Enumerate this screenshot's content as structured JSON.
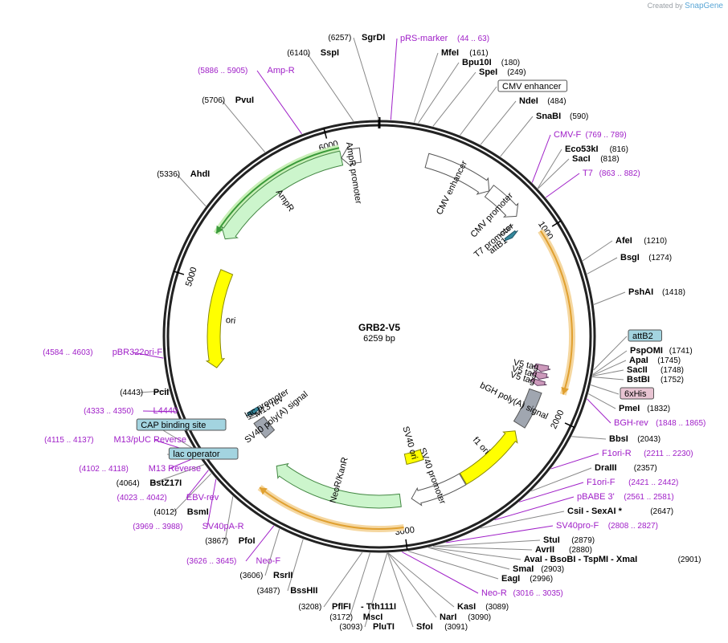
{
  "credit": {
    "prefix": "Created by",
    "brand": "SnapGene"
  },
  "plasmid": {
    "name": "GRB2-V5",
    "size_label": "6259 bp",
    "length": 6259
  },
  "ticks": [
    "1000",
    "2000",
    "3000",
    "5000",
    "6000"
  ],
  "features": [
    {
      "name": "AmpR",
      "type": "arrow",
      "start": 5256,
      "end": 6050,
      "dir": -1,
      "color": "#ccf5cc",
      "stroke": "#448844",
      "lane": 1
    },
    {
      "name": "AmpR promoter",
      "type": "arrow",
      "start": 6051,
      "end": 6155,
      "dir": -1,
      "color": "#ffffff",
      "stroke": "#555555",
      "lane": 1
    },
    {
      "name": "CMV enhancer",
      "type": "arrow",
      "start": 264,
      "end": 644,
      "dir": 1,
      "color": "#ffffff",
      "stroke": "#555555",
      "lane": 1
    },
    {
      "name": "CMV promoter",
      "type": "arrow",
      "start": 645,
      "end": 848,
      "dir": 1,
      "color": "#ffffff",
      "stroke": "#555555",
      "lane": 1
    },
    {
      "name": "T7 promoter",
      "type": "arrow",
      "start": 863,
      "end": 881,
      "dir": 1,
      "color": "#ffffff",
      "stroke": "#555555",
      "lane": 2
    },
    {
      "name": "attB1",
      "type": "arrow",
      "start": 905,
      "end": 929,
      "dir": 1,
      "color": "#33879c",
      "stroke": "#225566",
      "lane": 2
    },
    {
      "name": "ori",
      "type": "arrow",
      "start": 4504,
      "end": 5092,
      "dir": -1,
      "color": "#ffff00",
      "stroke": "#888800",
      "lane": 2
    },
    {
      "name": "V5 tag",
      "type": "arrow",
      "start": 1738,
      "end": 1779,
      "dir": 1,
      "color": "#cc99bb",
      "stroke": "#664466",
      "lane": 2
    },
    {
      "name": "V5 tag",
      "type": "arrow",
      "start": 1785,
      "end": 1826,
      "dir": 1,
      "color": "#cc99bb",
      "stroke": "#664466",
      "lane": 2
    },
    {
      "name": "V5 tag",
      "type": "arrow",
      "start": 1832,
      "end": 1866,
      "dir": 1,
      "color": "#cc99bb",
      "stroke": "#664466",
      "lane": 2
    },
    {
      "name": "bGH poly(A) signal",
      "type": "box",
      "start": 1900,
      "end": 2125,
      "color": "#a0a6b0",
      "stroke": "#555555",
      "lane": 2
    },
    {
      "name": "f1 ori",
      "type": "arrow",
      "start": 2171,
      "end": 2599,
      "dir": -1,
      "color": "#ffff00",
      "stroke": "#888800",
      "lane": 2
    },
    {
      "name": "SV40 promoter",
      "type": "arrow",
      "start": 2604,
      "end": 2934,
      "dir": 1,
      "color": "#ffffff",
      "stroke": "#555555",
      "lane": 2
    },
    {
      "name": "SV40 ori",
      "type": "box",
      "start": 2785,
      "end": 2920,
      "color": "#ffff00",
      "stroke": "#888800",
      "lane": 4
    },
    {
      "name": "NeoR/KanR",
      "type": "arrow",
      "start": 3002,
      "end": 3796,
      "dir": 1,
      "color": "#ccf5cc",
      "stroke": "#448844",
      "lane": 2
    },
    {
      "name": "SV40 poly(A) signal",
      "type": "box",
      "start": 3968,
      "end": 4089,
      "color": "#a0a6b0",
      "stroke": "#555555",
      "lane": 3
    },
    {
      "name": "M13 rev",
      "type": "arrow",
      "start": 4120,
      "end": 4136,
      "dir": -1,
      "color": "#ffffff",
      "stroke": "#555555",
      "lane": 3
    },
    {
      "name": "lac promoter",
      "type": "arrow",
      "start": 4140,
      "end": 4170,
      "dir": -1,
      "color": "#33879c",
      "stroke": "#225566",
      "lane": 3
    }
  ],
  "orfs": [
    {
      "start": 987,
      "end": 1870,
      "dir": 1
    },
    {
      "start": 5256,
      "end": 6050,
      "dir": -1
    },
    {
      "start": 3002,
      "end": 3796,
      "dir": 1
    }
  ],
  "labels": [
    {
      "kind": "site",
      "name": "SgrDI",
      "pos": "(6257)",
      "order": "pos-name"
    },
    {
      "kind": "site",
      "name": "SspI",
      "pos": "(6140)",
      "order": "pos-name"
    },
    {
      "kind": "primer",
      "name": "Amp-R",
      "pos": "(5886 .. 5905)",
      "order": "pos-name"
    },
    {
      "kind": "site",
      "name": "PvuI",
      "pos": "(5706)",
      "order": "pos-name"
    },
    {
      "kind": "site",
      "name": "AhdI",
      "pos": "(5336)",
      "order": "pos-name"
    },
    {
      "kind": "primer",
      "name": "pBR322ori-F",
      "pos": "(4584 .. 4603)",
      "order": "pos-name"
    },
    {
      "kind": "site",
      "name": "PciI",
      "pos": "(4443)",
      "order": "pos-name"
    },
    {
      "kind": "primer",
      "name": "L4440",
      "pos": "(4333 .. 4350)",
      "order": "pos-name"
    },
    {
      "kind": "box",
      "name": "CAP binding site",
      "color": "#a3d4e0"
    },
    {
      "kind": "primer",
      "name": "M13/pUC Reverse",
      "pos": "(4115 .. 4137)",
      "order": "pos-name"
    },
    {
      "kind": "box",
      "name": "lac operator",
      "color": "#a3d4e0"
    },
    {
      "kind": "primer",
      "name": "M13 Reverse",
      "pos": "(4102 .. 4118)",
      "order": "pos-name"
    },
    {
      "kind": "site",
      "name": "BstZ17I",
      "pos": "(4064)",
      "order": "pos-name"
    },
    {
      "kind": "primer",
      "name": "EBV-rev",
      "pos": "(4023 .. 4042)",
      "order": "pos-name"
    },
    {
      "kind": "site",
      "name": "BsmI",
      "pos": "(4012)",
      "order": "pos-name"
    },
    {
      "kind": "primer",
      "name": "SV40pA-R",
      "pos": "(3969 .. 3988)",
      "order": "pos-name"
    },
    {
      "kind": "site",
      "name": "PfoI",
      "pos": "(3867)",
      "order": "pos-name"
    },
    {
      "kind": "primer",
      "name": "Neo-F",
      "pos": "(3626 .. 3645)",
      "order": "pos-name"
    },
    {
      "kind": "site",
      "name": "RsrII",
      "pos": "(3606)",
      "order": "pos-name"
    },
    {
      "kind": "site",
      "name": "BssHII",
      "pos": "(3487)",
      "order": "pos-name"
    },
    {
      "kind": "site",
      "name": "PflFI",
      "pos": "(3208)",
      "order": "pos-name",
      "extra": " - Tth111I"
    },
    {
      "kind": "site",
      "name": "MscI",
      "pos": "(3172)",
      "order": "pos-name"
    },
    {
      "kind": "site",
      "name": "PluTI",
      "pos": "(3093)",
      "order": "pos-name"
    },
    {
      "kind": "site",
      "name": "SfoI",
      "pos": "(3091)",
      "order": "name-pos"
    },
    {
      "kind": "site",
      "name": "NarI",
      "pos": "(3090)",
      "order": "name-pos"
    },
    {
      "kind": "site",
      "name": "KasI",
      "pos": "(3089)",
      "order": "name-pos"
    },
    {
      "kind": "primer",
      "name": "Neo-R",
      "pos": "(3016 .. 3035)",
      "order": "name-pos"
    },
    {
      "kind": "site",
      "name": "EagI",
      "pos": "(2996)",
      "order": "name-pos"
    },
    {
      "kind": "site",
      "name": "SmaI",
      "pos": "(2903)",
      "order": "name-pos"
    },
    {
      "kind": "site",
      "name": "AvaI - BsoBI - TspMI - XmaI",
      "pos": "(2901)",
      "order": "name-pos"
    },
    {
      "kind": "site",
      "name": "AvrII",
      "pos": "(2880)",
      "order": "name-pos"
    },
    {
      "kind": "site",
      "name": "StuI",
      "pos": "(2879)",
      "order": "name-pos"
    },
    {
      "kind": "primer",
      "name": "SV40pro-F",
      "pos": "(2808 .. 2827)",
      "order": "name-pos"
    },
    {
      "kind": "site",
      "name": "CsiI - SexAI *",
      "pos": "(2647)",
      "order": "name-pos"
    },
    {
      "kind": "primer",
      "name": "pBABE 3'",
      "pos": "(2561 .. 2581)",
      "order": "name-pos"
    },
    {
      "kind": "primer",
      "name": "F1ori-F",
      "pos": "(2421 .. 2442)",
      "order": "name-pos"
    },
    {
      "kind": "site",
      "name": "DraIII",
      "pos": "(2357)",
      "order": "name-pos"
    },
    {
      "kind": "primer",
      "name": "F1ori-R",
      "pos": "(2211 .. 2230)",
      "order": "name-pos"
    },
    {
      "kind": "site",
      "name": "BbsI",
      "pos": "(2043)",
      "order": "name-pos"
    },
    {
      "kind": "primer",
      "name": "BGH-rev",
      "pos": "(1848 .. 1865)",
      "order": "name-pos"
    },
    {
      "kind": "site",
      "name": "PmeI",
      "pos": "(1832)",
      "order": "name-pos"
    },
    {
      "kind": "box",
      "name": "6xHis",
      "color": "#e8c4d2"
    },
    {
      "kind": "site",
      "name": "BstBI",
      "pos": "(1752)",
      "order": "name-pos"
    },
    {
      "kind": "site",
      "name": "SacII",
      "pos": "(1748)",
      "order": "name-pos"
    },
    {
      "kind": "site",
      "name": "ApaI",
      "pos": "(1745)",
      "order": "name-pos"
    },
    {
      "kind": "site",
      "name": "PspOMI",
      "pos": "(1741)",
      "order": "name-pos"
    },
    {
      "kind": "box",
      "name": "attB2",
      "color": "#a3d4e0"
    },
    {
      "kind": "site",
      "name": "PshAI",
      "pos": "(1418)",
      "order": "name-pos"
    },
    {
      "kind": "site",
      "name": "BsgI",
      "pos": "(1274)",
      "order": "name-pos"
    },
    {
      "kind": "site",
      "name": "AfeI",
      "pos": "(1210)",
      "order": "name-pos"
    },
    {
      "kind": "primer",
      "name": "T7",
      "pos": "(863 .. 882)",
      "order": "name-pos"
    },
    {
      "kind": "site",
      "name": "SacI",
      "pos": "(818)",
      "order": "name-pos"
    },
    {
      "kind": "site",
      "name": "Eco53kI",
      "pos": "(816)",
      "order": "name-pos"
    },
    {
      "kind": "primer",
      "name": "CMV-F",
      "pos": "(769 .. 789)",
      "order": "name-pos"
    },
    {
      "kind": "site",
      "name": "SnaBI",
      "pos": "(590)",
      "order": "name-pos"
    },
    {
      "kind": "site",
      "name": "NdeI",
      "pos": "(484)",
      "order": "name-pos"
    },
    {
      "kind": "box",
      "name": "CMV enhancer",
      "color": "#ffffff"
    },
    {
      "kind": "site",
      "name": "SpeI",
      "pos": "(249)",
      "order": "name-pos"
    },
    {
      "kind": "site",
      "name": "Bpu10I",
      "pos": "(180)",
      "order": "name-pos"
    },
    {
      "kind": "site",
      "name": "MfeI",
      "pos": "(161)",
      "order": "name-pos"
    },
    {
      "kind": "primer",
      "name": "pRS-marker",
      "pos": "(44 .. 63)",
      "order": "name-pos"
    }
  ]
}
